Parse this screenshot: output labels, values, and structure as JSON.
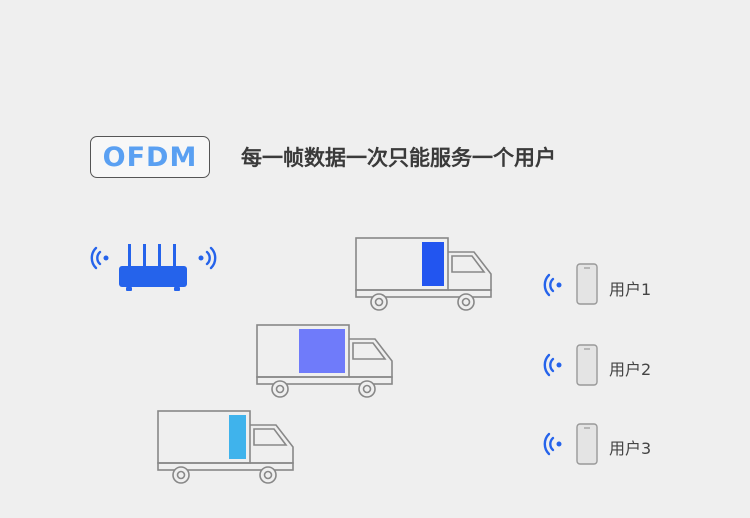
{
  "badge": {
    "label": "OFDM"
  },
  "headline": "每一帧数据一次只能服务一个用户",
  "colors": {
    "accent": "#2563eb",
    "badge_text": "#5aa0f2",
    "cargo_truck1": "#2255f0",
    "cargo_truck2": "#6f7bfa",
    "cargo_truck3": "#3fb3ec",
    "outline": "#888888"
  },
  "icons": {
    "router": "router-icon",
    "signal": "wifi-signal-icon",
    "phone": "phone-icon"
  },
  "users": [
    {
      "label": "用户1"
    },
    {
      "label": "用户2"
    },
    {
      "label": "用户3"
    }
  ],
  "trucks": [
    {
      "name": "truck-1",
      "cargo_fill_fraction": 0.25
    },
    {
      "name": "truck-2",
      "cargo_fill_fraction": 0.55
    },
    {
      "name": "truck-3",
      "cargo_fill_fraction": 0.2
    }
  ]
}
